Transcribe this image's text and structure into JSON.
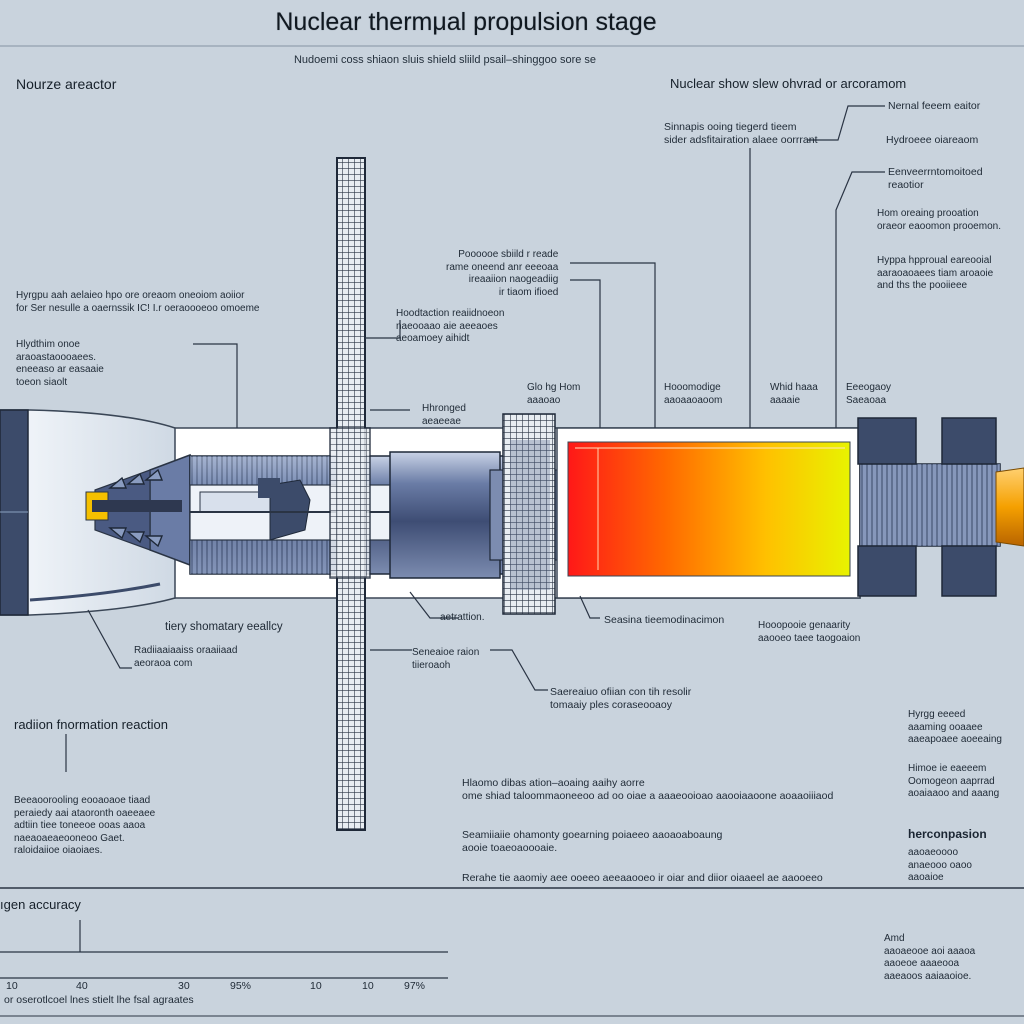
{
  "title": "Nuclear thermμal propulsion stage",
  "subtitle": "Nudoemi coss shiaon sluis shield sliild psail–shinggoo sore se",
  "headers": {
    "left": "Nourze areactor",
    "right": "Nuclear show slew ohvrad or arcoramom",
    "lower_left": "radiion fnormation reaction",
    "bottom_left": "ıgen accuracy"
  },
  "labels": {
    "nernal_feeem": "Nernal feeem eaitor",
    "hydroeee": "Hydroeee oiareaom",
    "sinnapis": "Sinnapis ooing tiegerd tieem\nsider adsfitairation alaee oorrrant",
    "envermonal": "Eenveerrntomoitoed\nreaotior",
    "hom_coaring": "Hom oreaing prooation\noraeor eaoomon prooemon.",
    "hyppa": "Hyppa hpproual eareooial\naaraoaoaees tiam aroaoie\nand ths the pooiieee",
    "hyrogen_left": "Hyrgpu aah aelaieo hpo ore oreaom oneoiom aoiior\nfor Ser nesulle a oaernssik IC! I.r oeraoooeoo omoeme",
    "hythim": "Hlydthim onoe\naraoastaoooaees.\neneeaso ar easaaie\ntoeon siaolt",
    "poooe_shield": "Poooooe sbiild r reade\nrame oneend anr eeeoaa\nireaaiion naogeadiig\nir tiaom ifioed",
    "hoodtaction": "Hoodtaction reaiidnoeon\nnaeooaao aie aeeaoes\naeoamoey aihidt",
    "shroged": "Hhronged\naeaeeae",
    "glo_hg": "Glo hg Hom\naaaoao",
    "hooomod": "Hooomodige\naaoaaoaoom",
    "whid_haaa": "Whid haaa\naaaaie",
    "eeogny": "Eeeogaoy\nSaeaoaa",
    "tiery": "tiery shomatary eeallcy",
    "radiiaati": "Radiiaaiaaiss oraaiiaad\naeoraoa com",
    "aetrattion": "aetrattion.",
    "seasina": "Seasina tieemodinacimon",
    "hoopooie": "Hooopooie genaarity\naaooeo taee taogoaion",
    "seneaioe": "Seneaioe raion\ntiieroaoh",
    "saereasiuo": "Saereaiuo ofiian con tih resolir\ntomaaiy ples coraseooaoy",
    "beeaorooling": "Beeaoorooling eooaoaoe tiaad\nperaiedy aai ataoronth oaeeaee\nadtiin tiee toneeoe ooas aaoa\nnaeaoaeaeooneoo Gaet.\nraloidaiioe oiaoiaes.",
    "hlamma": "Hlaomo dibas ation–aoaing aaihy aorre\nome shiad taloommaoneeoo ad oo oiae a aaaeooioao aaooiaaoone aoaaoiiiaod",
    "seamiaiie": "Seamiiaiie ohamonty goearning poiaeeo aaoaoaboaung\naooie toaeoaoooaie.",
    "rerahe": "Rerahe tie aaomiy aee ooeeo aeeaaooeo ir oiar and diior oiaaeel ae aaooeeo",
    "hyrgg": "Hyrgg eeeed\naaaming ooaaee\naaeapoaee aoeeaing",
    "himoe": "Himoe ie eaeeem\nOomogeon aaprrad\naoaiaaoo and aaang",
    "herconpasion": "herconpasion",
    "herc_sub": "aaoaeoooo\nanaeooo oaoo\naaoaioe",
    "amd": "Amd\naaoaeooe aoi aaaoa\naaoeoe aaaeooa\naaeaoos aaiaaoioe.",
    "bottom_caption": "or oserotlcoel lnes stielt lhe fsal agraates"
  },
  "scale_ticks": [
    "10",
    "40",
    "30",
    "95%",
    "10",
    "10",
    "97%"
  ],
  "colors": {
    "background": "#c9d3dd",
    "hull": "#3c4b6a",
    "barrel": "#5f6f92",
    "core_hot": "#ff1a1a",
    "core_mid": "#ff8a00",
    "core_cool": "#ffee00",
    "frame": "#ffffff"
  }
}
